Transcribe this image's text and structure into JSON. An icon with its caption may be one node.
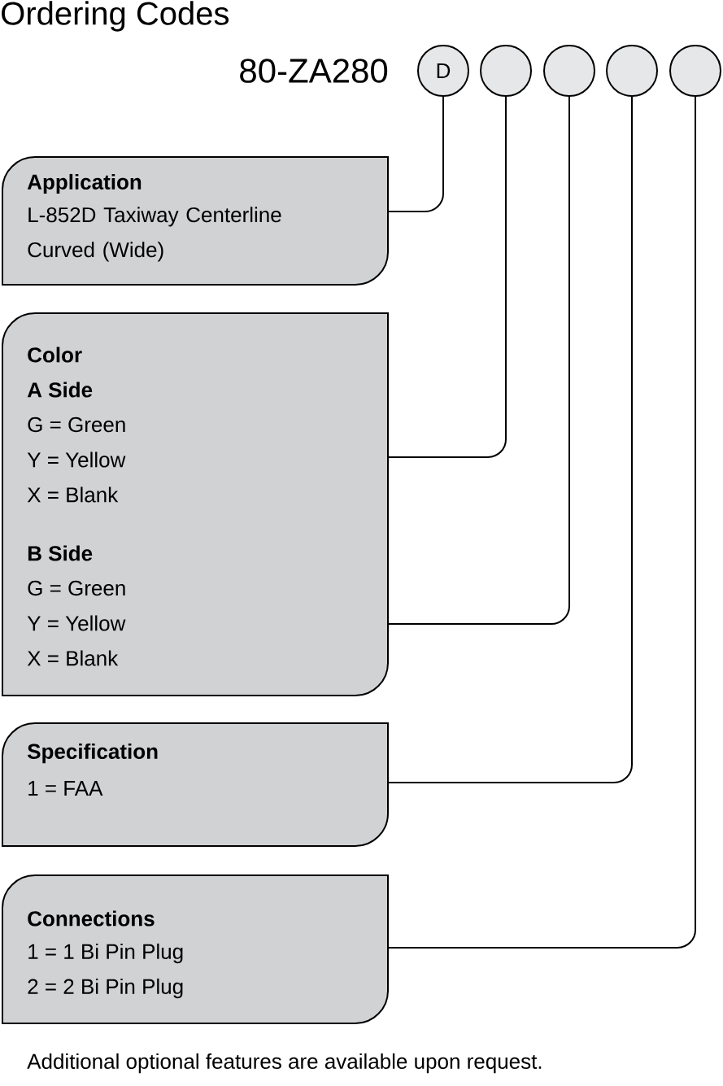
{
  "diagram": {
    "title": "Ordering Codes",
    "nodes": [
      {
        "text": [
          "D"
        ]
      },
      {
        "text": [],
        "shape": "circle"
      },
      {
        "text": [],
        "shape": "circle"
      },
      {
        "text": [],
        "shape": "circle"
      },
      {
        "text": [],
        "shape": "circle"
      },
      {
        "text": [
          "Application",
          "L-852D Taxiway Centerline Curved (Wide)"
        ]
      },
      {
        "text": [
          "Color",
          "A Side",
          "G = Green",
          "Y = Yellow",
          "X = Blank",
          "B Side",
          "G = Green",
          "Y = Yellow",
          "X = Blank"
        ]
      },
      {
        "text": [
          "Specification",
          "1 = FAA"
        ]
      },
      {
        "text": [
          "Connections",
          "1 = 1 Bi Pin Plug",
          "2 = 2 Bi Pin Plug"
        ]
      }
    ],
    "edges": [
      {
        "from": 0,
        "to": 5,
        "arrow": "none"
      },
      {
        "from": 1,
        "to": 6,
        "arrow": "none"
      },
      {
        "from": 2,
        "to": 6,
        "arrow": "none"
      },
      {
        "from": 3,
        "to": 7,
        "arrow": "none"
      },
      {
        "from": 4,
        "to": 8,
        "arrow": "none"
      }
    ],
    "labels": [
      "80-ZA280",
      "Additional optional features are available upon request."
    ]
  }
}
